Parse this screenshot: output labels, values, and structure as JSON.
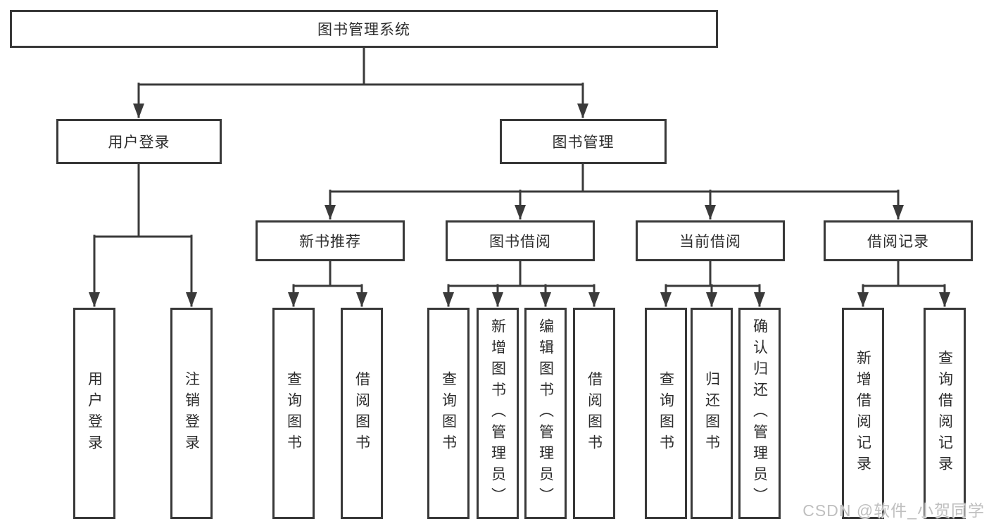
{
  "tree": {
    "root": {
      "label": "图书管理系统"
    },
    "branches": [
      {
        "label": "用户登录",
        "children": [
          {
            "label": "用户登录"
          },
          {
            "label": "注销登录"
          }
        ]
      },
      {
        "label": "图书管理",
        "sections": [
          {
            "label": "新书推荐",
            "children": [
              {
                "label": "查询图书"
              },
              {
                "label": "借阅图书"
              }
            ]
          },
          {
            "label": "图书借阅",
            "children": [
              {
                "label": "查询图书"
              },
              {
                "label": "新增图书（管理员）"
              },
              {
                "label": "编辑图书（管理员）"
              },
              {
                "label": "借阅图书"
              }
            ]
          },
          {
            "label": "当前借阅",
            "children": [
              {
                "label": "查询图书"
              },
              {
                "label": "归还图书"
              },
              {
                "label": "确认归还（管理员）"
              }
            ]
          },
          {
            "label": "借阅记录",
            "children": [
              {
                "label": "新增借阅记录"
              },
              {
                "label": "查询借阅记录"
              }
            ]
          }
        ]
      }
    ]
  },
  "watermark": {
    "text": "CSDN @软件_小贺同学"
  },
  "colors": {
    "line": "#3a3a3a",
    "box_border": "#383838",
    "box_background": "#ffffff",
    "text": "#2d2d2d",
    "watermark": "#bcbcbc"
  }
}
